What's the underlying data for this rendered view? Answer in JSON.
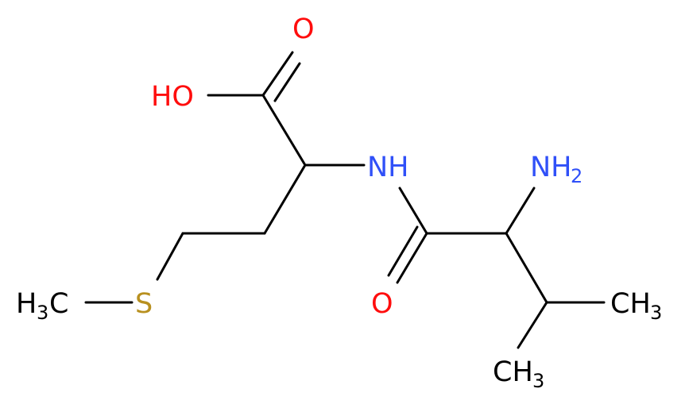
{
  "molecule": {
    "atoms": {
      "oxygen_carbonyl_top": {
        "text": "O",
        "color": "#ff0d0d"
      },
      "hydroxyl": {
        "text": "HO",
        "color": "#ff0d0d"
      },
      "amide_nh": {
        "text": "NH",
        "color": "#3050f8"
      },
      "amine_n": {
        "text": "NH",
        "sub": "2",
        "color": "#3050f8"
      },
      "sulfur": {
        "text": "S",
        "color": "#b8901f"
      },
      "methyl_s": {
        "text": "H",
        "sub": "3",
        "tail": "C",
        "color": "#000000"
      },
      "oxygen_amide": {
        "text": "O",
        "color": "#ff0d0d"
      },
      "methyl_right": {
        "text": "CH",
        "sub": "3",
        "color": "#000000"
      },
      "methyl_bottom": {
        "text": "CH",
        "sub": "3",
        "color": "#000000"
      }
    }
  }
}
